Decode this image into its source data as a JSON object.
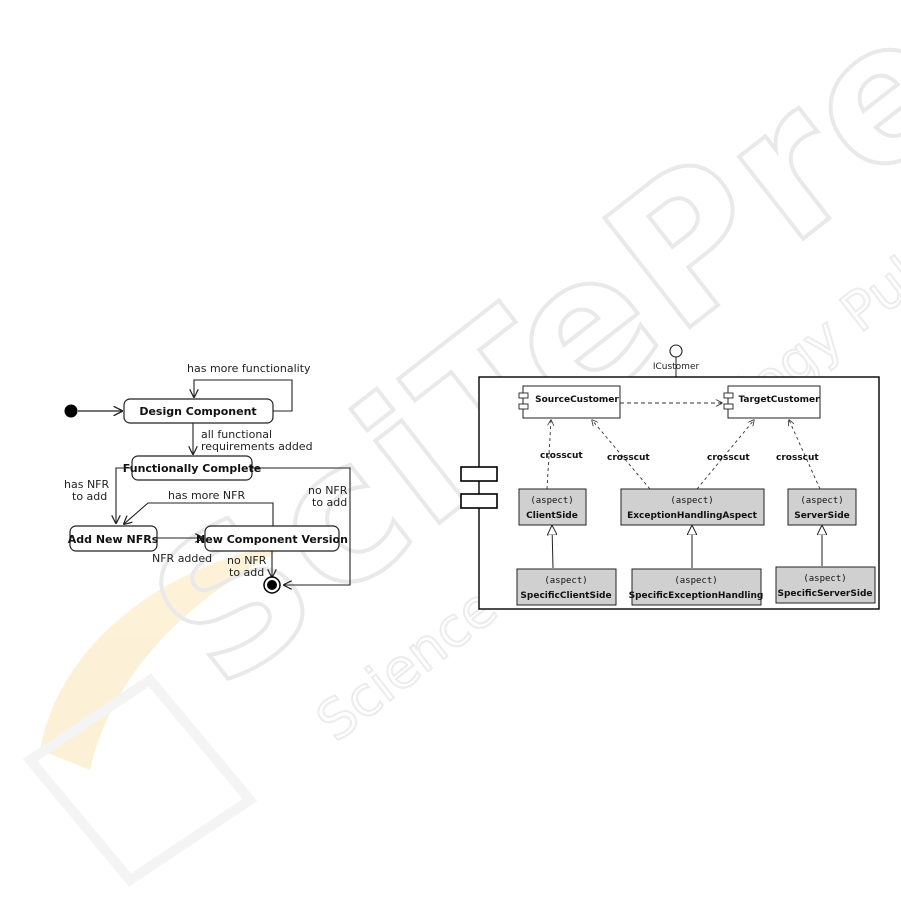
{
  "watermark": {
    "brand": "SciTePress",
    "tagline": "Science and Technology Publications"
  },
  "state_diagram": {
    "states": {
      "design": "Design Component",
      "functional": "Functionally Complete",
      "add_nfr": "Add New NFRs",
      "new_version": "New Component Version"
    },
    "transitions": {
      "more_functionality": "has more functionality",
      "all_functional_1": "all functional",
      "all_functional_2": "requirements added",
      "has_nfr_1": "has NFR",
      "has_nfr_2": "to add",
      "has_more_nfr": "has more NFR",
      "no_nfr_right_1": "no NFR",
      "no_nfr_right_2": "to add",
      "nfr_added": "NFR added",
      "no_nfr_bottom_1": "no NFR",
      "no_nfr_bottom_2": "to add"
    }
  },
  "component_diagram": {
    "interface": "ICustomer",
    "components": {
      "source": "SourceCustomer",
      "target": "TargetCustomer"
    },
    "stereotype": "(aspect)",
    "aspects": {
      "client": "ClientSide",
      "exception": "ExceptionHandlingAspect",
      "server": "ServerSide",
      "specific_client": "SpecificClientSide",
      "specific_exception": "SpecificExceptionHandling",
      "specific_server": "SpecificServerSide"
    },
    "crosscut": "crosscut",
    "colors": {
      "aspect_fill": "#d0d0d0"
    }
  }
}
